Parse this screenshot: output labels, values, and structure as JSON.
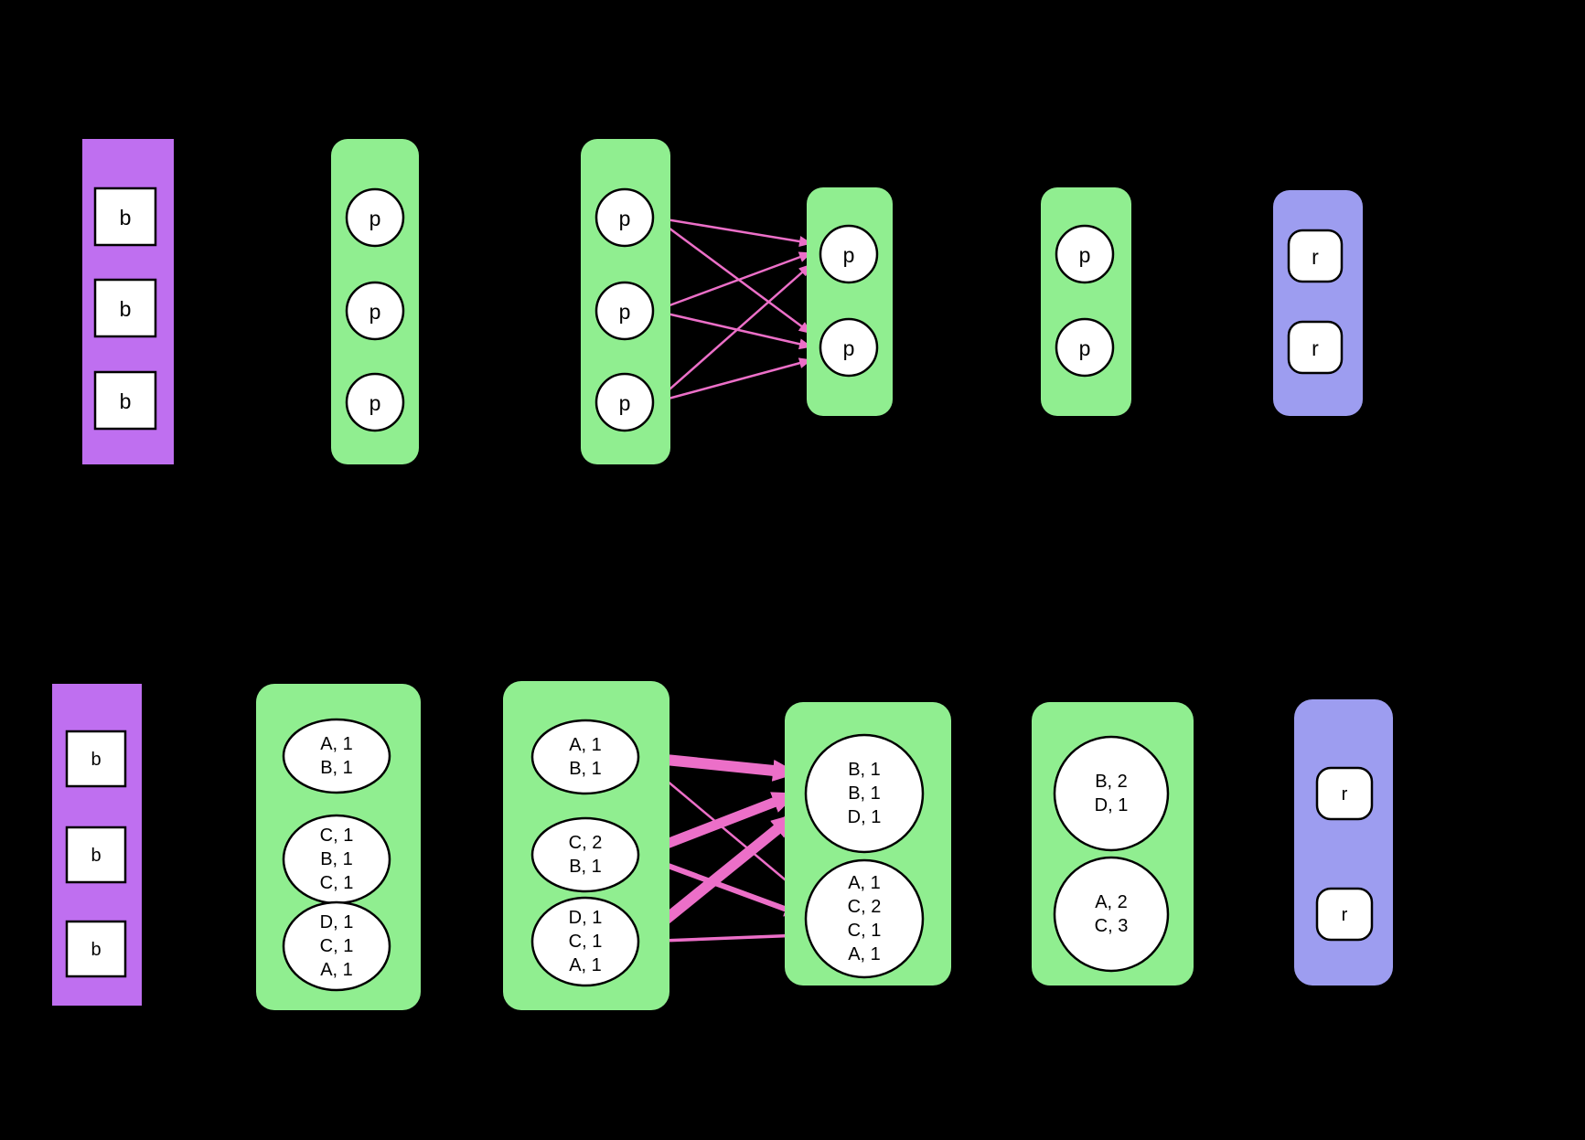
{
  "diagram_title": "pipeline-shuffle-diagram",
  "colors": {
    "background": "#000000",
    "input_box": "#bf6ff0",
    "stage_box": "#90ee90",
    "output_box": "#9d9df0",
    "shuffle_arrow": "#ec6fc8",
    "node_fill": "#ffffff",
    "edge": "#000000"
  },
  "top": {
    "inputs": [
      "b",
      "b",
      "b"
    ],
    "stage1": [
      "p",
      "p",
      "p"
    ],
    "stage2": [
      "p",
      "p",
      "p"
    ],
    "stage3": [
      "p",
      "p"
    ],
    "stage4": [
      "p",
      "p"
    ],
    "outputs": [
      "r",
      "r"
    ]
  },
  "bottom": {
    "inputs": [
      "b",
      "b",
      "b"
    ],
    "stage1": [
      [
        "A, 1",
        "B, 1"
      ],
      [
        "C, 1",
        "B, 1",
        "C, 1"
      ],
      [
        "D, 1",
        "C, 1",
        "A, 1"
      ]
    ],
    "stage2": [
      [
        "A, 1",
        "B, 1"
      ],
      [
        "C, 2",
        "B, 1"
      ],
      [
        "D, 1",
        "C, 1",
        "A, 1"
      ]
    ],
    "stage3": [
      [
        "B, 1",
        "B, 1",
        "D, 1"
      ],
      [
        "A, 1",
        "C, 2",
        "C, 1",
        "A, 1"
      ]
    ],
    "stage4": [
      [
        "B, 2",
        "D, 1"
      ],
      [
        "A, 2",
        "C, 3"
      ]
    ],
    "outputs": [
      "r",
      "r"
    ]
  }
}
